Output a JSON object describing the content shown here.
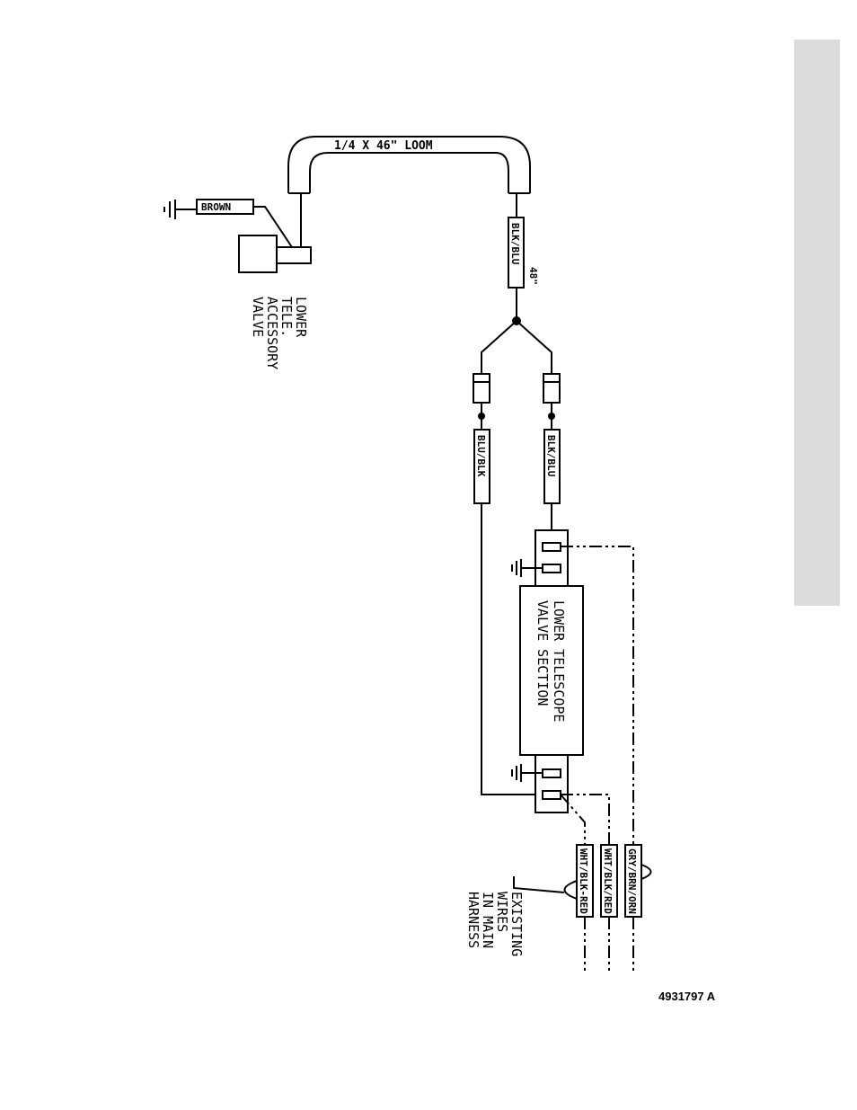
{
  "document_id": "4931797 A",
  "loom_label": "1/4 X 46\" LOOM",
  "brown_wire_label": "BROWN",
  "accessory_valve_lines": [
    "LOWER",
    "TELE.",
    "ACCESSORY",
    "VALVE"
  ],
  "wire_upper_label": "BLK/BLU",
  "length_label": "48\"",
  "wire_left_label": "BLU/BLK",
  "wire_right_label": "BLK/BLU",
  "valve_section_lines": [
    "LOWER TELESCOPE",
    "VALVE SECTION"
  ],
  "harness_wire_labels": [
    "WHT/BLK-RED",
    "WHT/BLK/RED",
    "GRY/BRN/ORN"
  ],
  "existing_wires_lines": [
    "EXISTING",
    "WIRES",
    "IN MAIN",
    "HARNESS"
  ],
  "colors": {
    "ink": "#000000",
    "side_tab": "#dcdcdc",
    "paper": "#ffffff"
  }
}
